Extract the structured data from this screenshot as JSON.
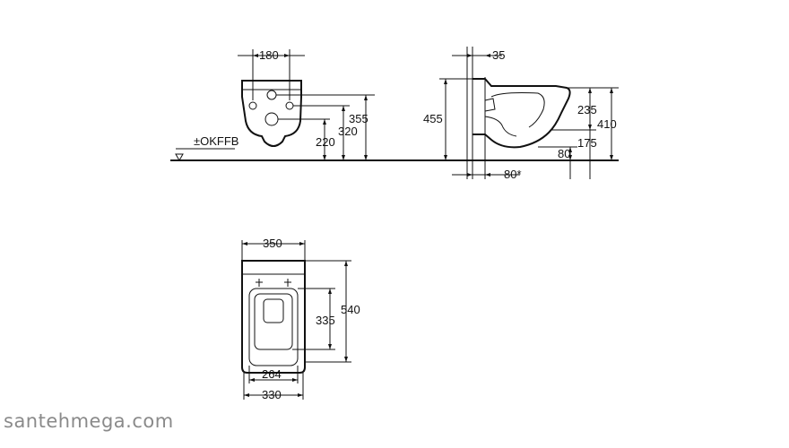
{
  "drawing": {
    "front_view": {
      "width": "180",
      "h_355": "355",
      "h_320": "320",
      "h_220": "220",
      "floor_label": "±OKFFB"
    },
    "side_view": {
      "offset_top": "35",
      "h_455": "455",
      "h_235": "235",
      "h_410": "410",
      "h_175": "175",
      "h_80": "80",
      "depth_80": "80*"
    },
    "top_view": {
      "width_350": "350",
      "depth_540": "540",
      "depth_335": "335",
      "width_264": "264",
      "width_330": "330"
    }
  },
  "watermark": "santehmega.com",
  "colors": {
    "line": "#111111",
    "watermark": "#8a8a8a",
    "background": "#ffffff"
  }
}
